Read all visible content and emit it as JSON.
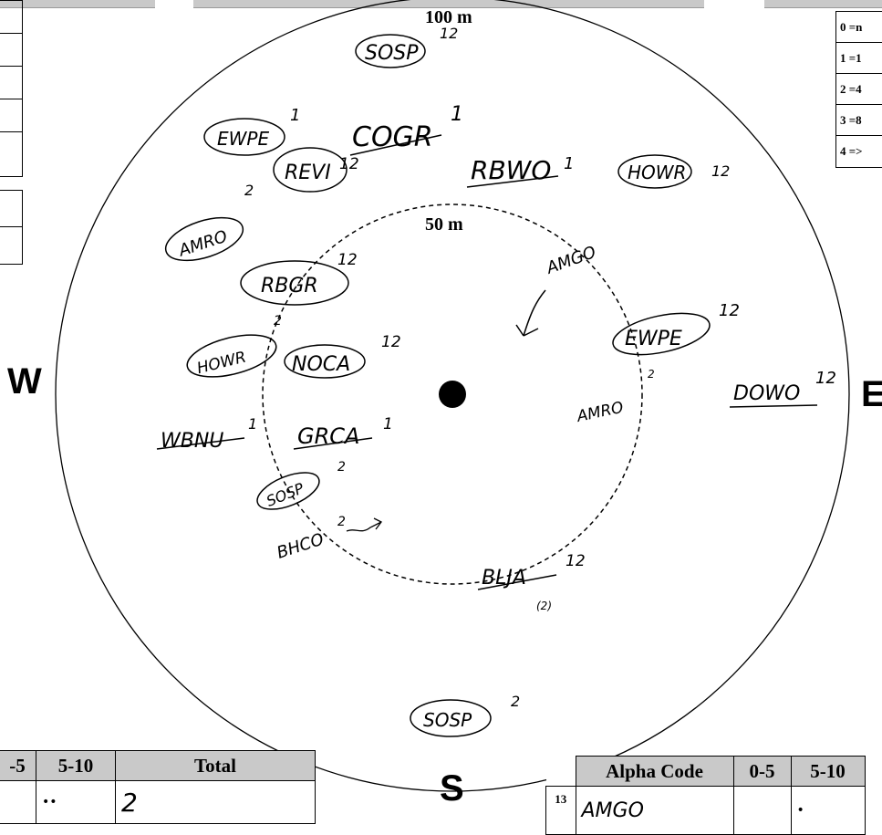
{
  "rings": {
    "outer_label": "100 m",
    "inner_label": "50 m"
  },
  "compass": {
    "west": "W",
    "east": "E",
    "south": "S"
  },
  "legend": [
    "0 =n",
    "1 =1",
    "2 =4",
    "3 =8",
    "4 =>"
  ],
  "birds": {
    "sosp_top": "SOSP",
    "sosp_top_sup": "12",
    "cogr": "COGR",
    "cogr_sup": "1",
    "ewpe_top": "EWPE",
    "ewpe_top_sup": "1",
    "amro_top": "AMRO",
    "amro_top_sup": "2",
    "revi": "REVI",
    "revi_sup": "12",
    "rbwo": "RBWO",
    "rbwo_sup": "1",
    "howr_right": "HOWR",
    "howr_right_sup": "12",
    "rbgr": "RBGR",
    "rbgr_sup": "12",
    "amgo": "AMGO",
    "ewpe_right": "EWPE",
    "ewpe_right_sup": "12",
    "howr_left": "HOWR",
    "howr_left_sup": "2",
    "noca": "NOCA",
    "noca_sup": "12",
    "amro_right": "AMRO",
    "amro_right_sup": "2",
    "dowo": "DOWO",
    "dowo_sup": "12",
    "wbnu": "WBNU",
    "wbnu_sup": "1",
    "grca": "GRCA",
    "grca_sup": "1",
    "sosp_mid": "SOSP",
    "sosp_mid_sup": "2",
    "bhco": "BHCO",
    "bhco_sup": "2",
    "blja": "BLJA",
    "blja_sup": "12",
    "blja_note": "(2)",
    "sosp_bottom": "SOSP",
    "sosp_bottom_sup": "2"
  },
  "table_left": {
    "headers": [
      "-5",
      "5-10",
      "Total"
    ],
    "row": {
      "c05": "",
      "c510": "••",
      "total": "2"
    }
  },
  "table_right": {
    "headers": [
      "Alpha Code",
      "0-5",
      "5-10"
    ],
    "row": {
      "num": "13",
      "code": "AMGO",
      "c05": "",
      "c510": "•"
    }
  }
}
